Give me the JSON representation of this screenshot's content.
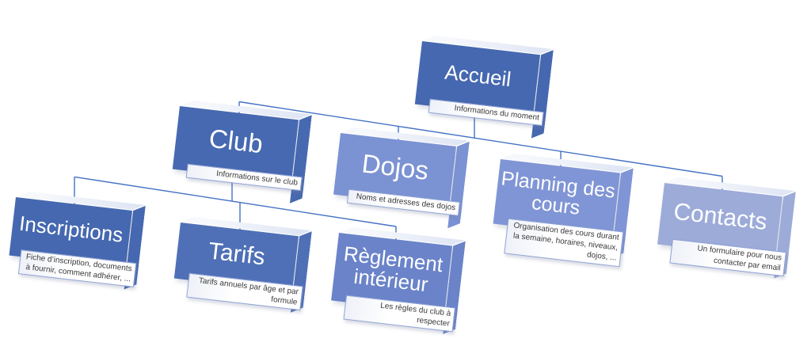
{
  "diagram": {
    "type": "sitemap-org-chart",
    "connector_color": "#4472c4",
    "nodes": [
      {
        "id": "accueil",
        "title": "Accueil",
        "subtitle": "Informations du moment",
        "color": "#4668b0",
        "parent": null,
        "level": 0
      },
      {
        "id": "club",
        "title": "Club",
        "subtitle": "Informations sur le club",
        "color": "#4769b1",
        "parent": "accueil",
        "level": 1
      },
      {
        "id": "dojos",
        "title": "Dojos",
        "subtitle": "Noms et adresses des dojos",
        "color": "#7b92d3",
        "parent": "accueil",
        "level": 1
      },
      {
        "id": "planning",
        "title": "Planning des cours",
        "subtitle": "Organisation des cours durant la semaine, horaires, niveaux, dojos, ...",
        "color": "#8095d5",
        "parent": "accueil",
        "level": 1
      },
      {
        "id": "contacts",
        "title": "Contacts",
        "subtitle": "Un formulaire pour nous contacter par email",
        "color": "#9dabd9",
        "parent": "accueil",
        "level": 1
      },
      {
        "id": "inscriptions",
        "title": "Inscriptions",
        "subtitle": "Fiche d’inscription, documents à fournir, comment adhérer, ...",
        "color": "#4668b0",
        "parent": "club",
        "level": 2
      },
      {
        "id": "tarifs",
        "title": "Tarifs",
        "subtitle": "Tarifs annuels par âge et par formule",
        "color": "#4f70b6",
        "parent": "club",
        "level": 2
      },
      {
        "id": "reglement",
        "title": "Règlement intérieur",
        "subtitle": "Les règles du club à respecter",
        "color": "#6a83c9",
        "parent": "club",
        "level": 2
      }
    ]
  }
}
